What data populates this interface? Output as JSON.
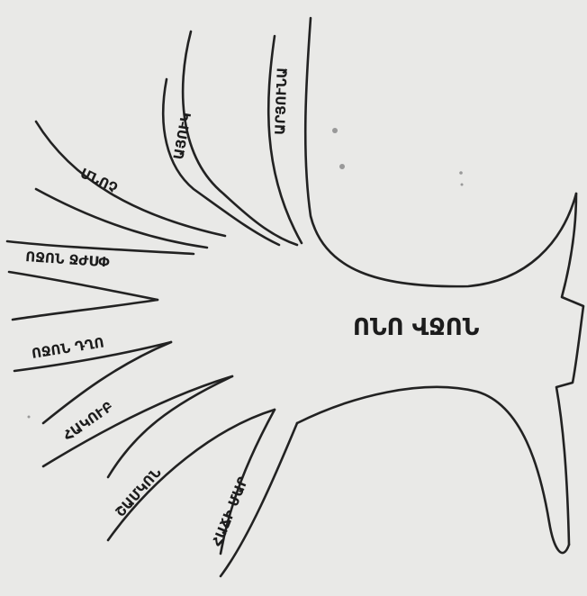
{
  "diagram": {
    "main_label": "ՈՆՈ ՎՋՈՆ",
    "branch_labels": [
      "ԱՐՅՈՒՆԱ",
      "ԱՅՈՒԿ",
      "ՄՆՈՉ",
      "ՈՋՈՆ ՋԺՍՓ",
      "ՈՋՈՆ ԴՂՈ",
      "ՀԱԿՈՒԲ",
      "ՇԱՄԿՈՆ",
      "ՀԱՃԻ ՄԱՐ"
    ]
  }
}
